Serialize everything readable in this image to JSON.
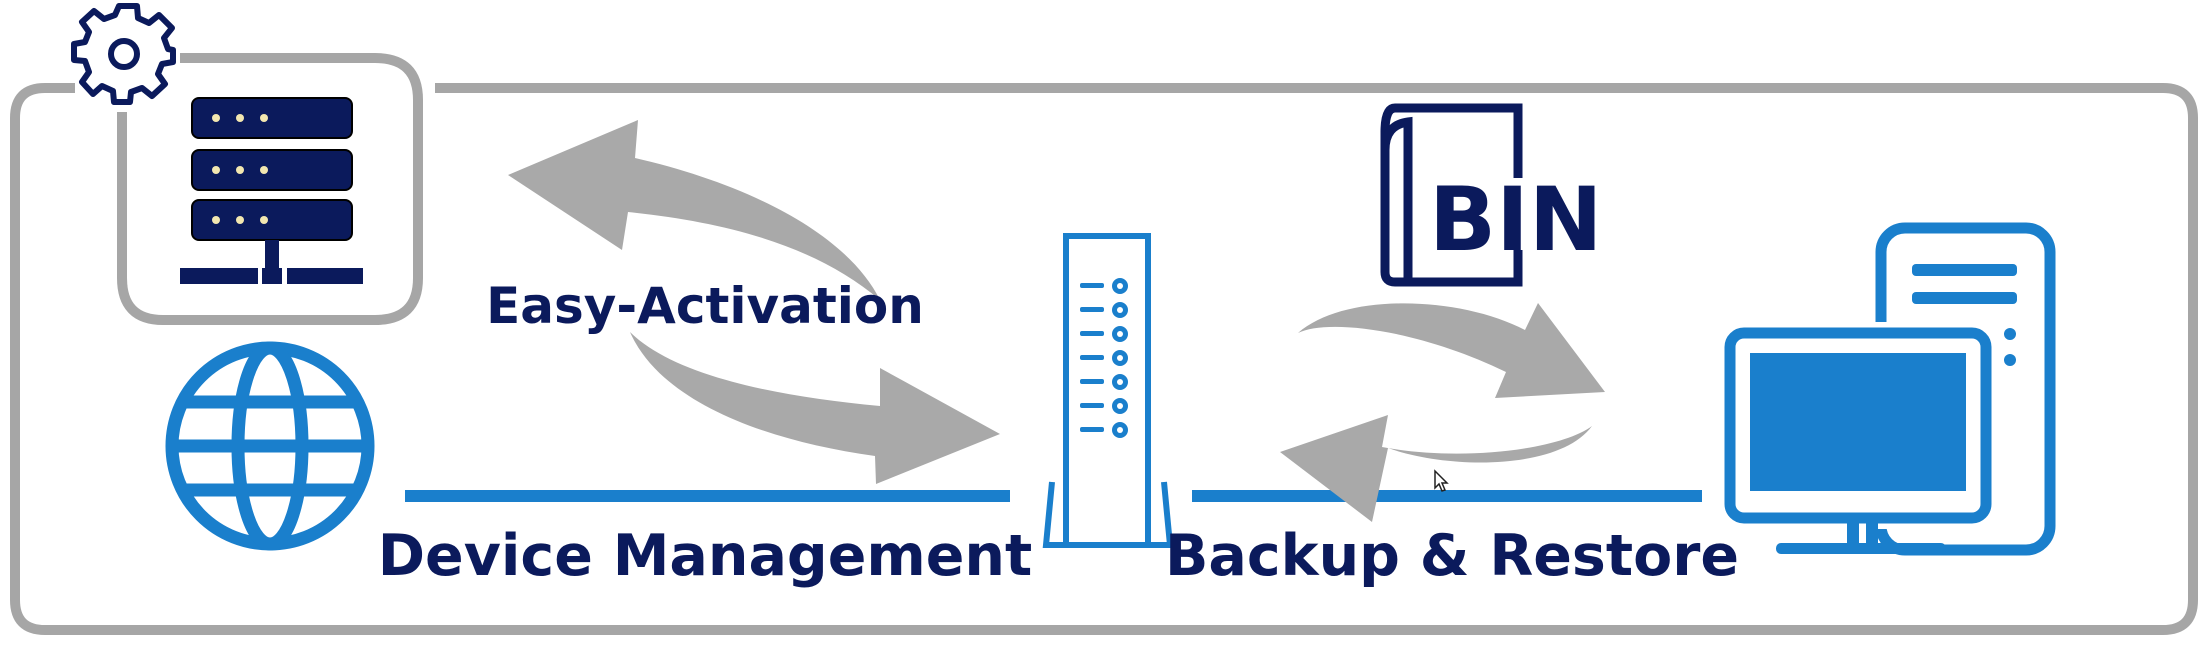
{
  "labels": {
    "easy_activation": "Easy-Activation",
    "device_management": "Device Management",
    "backup_restore": "Backup & Restore",
    "bin_file": "BIN"
  },
  "colors": {
    "navy": "#0b1a5c",
    "blue": "#1a7fcc",
    "frame_gray": "#a6a6a6",
    "arrow_gray": "#a9a9a9"
  },
  "icons": {
    "server": "server-rack-icon",
    "gear": "gear-icon",
    "globe": "globe-icon",
    "router": "router-device-icon",
    "file": "bin-file-icon",
    "computer": "desktop-computer-icon",
    "cursor": "mouse-cursor-icon"
  }
}
